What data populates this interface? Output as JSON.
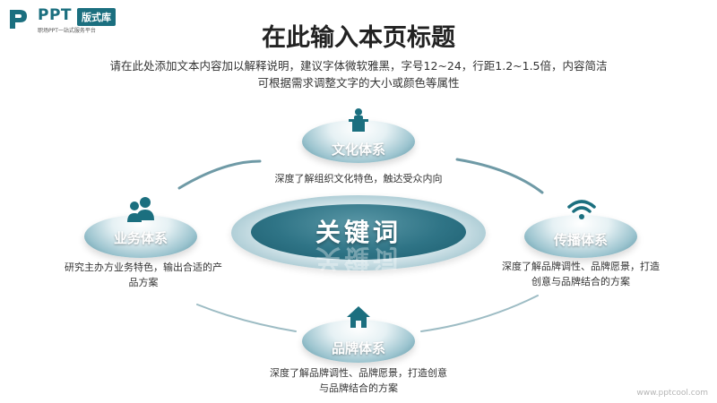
{
  "logo": {
    "mark": "ppt-logo-icon",
    "brand": "PPT",
    "badge": "版式库",
    "tagline": "职场PPT一站式服务平台"
  },
  "title": "在此输入本页标题",
  "subtitle": {
    "line1": "请在此处添加文本内容加以解释说明，建议字体微软雅黑，字号12~24，行距1.2~1.5倍，内容简洁",
    "line2": "可根据需求调整文字的大小或颜色等属性"
  },
  "center": {
    "label": "关键词"
  },
  "nodes": {
    "top": {
      "label": "文化体系",
      "icon": "speaker-podium-icon",
      "desc": [
        "深度了解组织文化特色，触达受众内向"
      ]
    },
    "left": {
      "label": "业务体系",
      "icon": "users-icon",
      "desc": [
        "研究主办方业务特色，输出合适的产",
        "品方案"
      ]
    },
    "right": {
      "label": "传播体系",
      "icon": "wifi-icon",
      "desc": [
        "深度了解品牌调性、品牌愿景，打造",
        "创意与品牌结合的方案"
      ]
    },
    "bottom": {
      "label": "品牌体系",
      "icon": "home-icon",
      "desc": [
        "深度了解品牌调性、品牌愿景，打造创意",
        "与品牌结合的方案"
      ]
    }
  },
  "colors": {
    "accent": "#1b6f7f",
    "teal_dark": "#1c5e6f",
    "teal_light": "#9cc4cf"
  },
  "watermark": "www.pptcool.com"
}
